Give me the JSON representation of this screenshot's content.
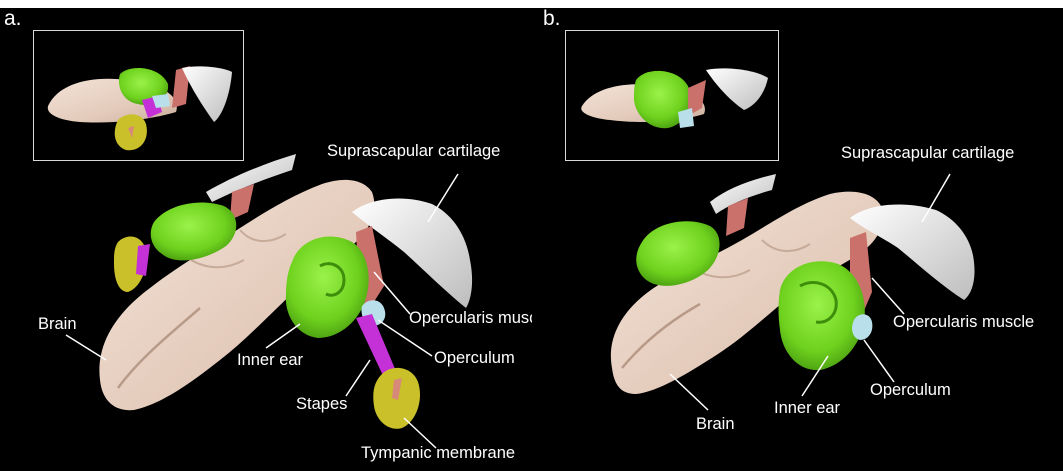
{
  "figure": {
    "panels": [
      {
        "letter": "a.",
        "labels": {
          "suprascapular_cartilage": "Suprascapular cartilage",
          "opercularis_muscle": "Opercularis muscle",
          "brain": "Brain",
          "inner_ear": "Inner ear",
          "operculum": "Operculum",
          "stapes": "Stapes",
          "tympanic_membrane": "Tympanic membrane"
        }
      },
      {
        "letter": "b.",
        "labels": {
          "suprascapular_cartilage": "Suprascapular cartilage",
          "opercularis_muscle": "Opercularis muscle",
          "brain": "Brain",
          "inner_ear": "Inner ear",
          "operculum": "Operculum"
        }
      }
    ],
    "colors": {
      "background": "#000000",
      "brain": "#e9d3c6",
      "inner_ear": "#6fd21e",
      "cartilage": "#f0f0f0",
      "muscle": "#c9716a",
      "operculum": "#b9e0ea",
      "stapes": "#c431d6",
      "tympanic_membrane": "#c9c02a",
      "text": "#ffffff"
    }
  }
}
